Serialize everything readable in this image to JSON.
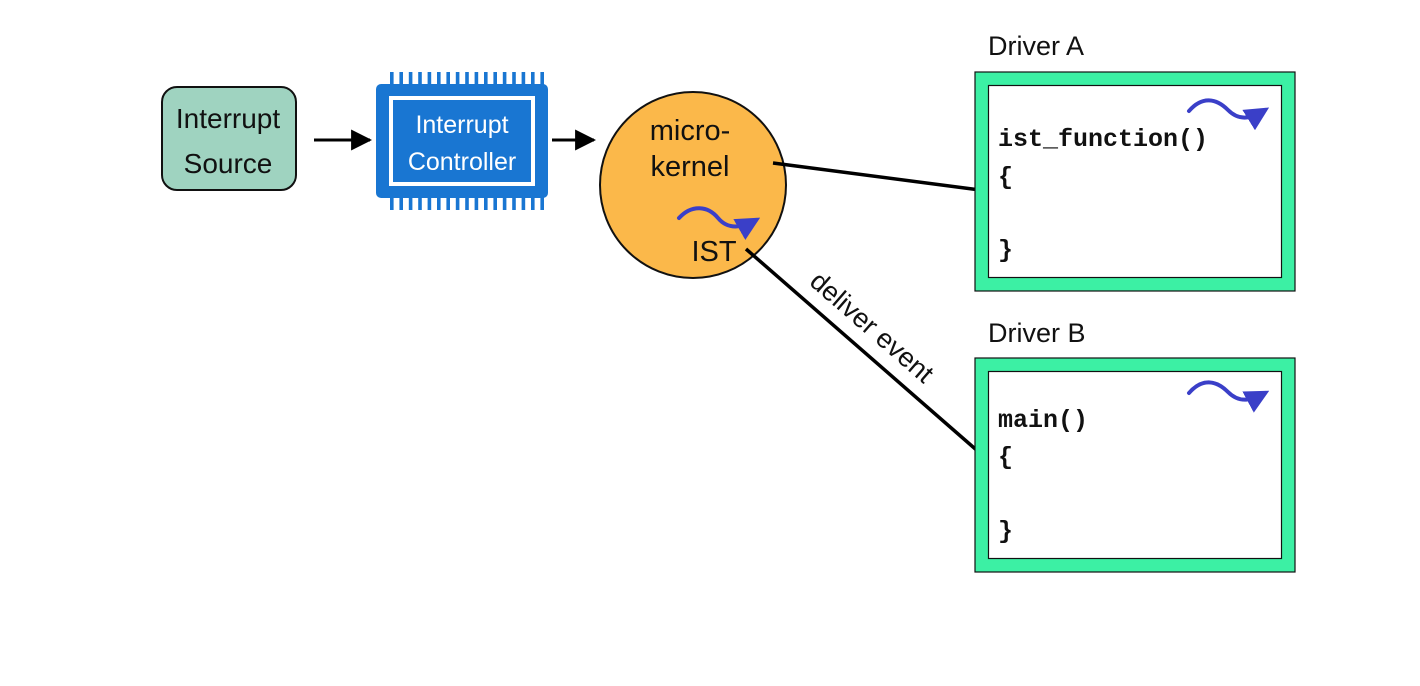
{
  "nodes": {
    "interrupt_source": {
      "line1": "Interrupt",
      "line2": "Source"
    },
    "interrupt_controller": {
      "line1": "Interrupt",
      "line2": "Controller"
    },
    "microkernel": {
      "line1": "micro-",
      "line2": "kernel",
      "ist_label": "IST"
    }
  },
  "drivers": {
    "a": {
      "title": "Driver A",
      "function_name": "ist_function()",
      "open_brace": "{",
      "close_brace": "}"
    },
    "b": {
      "title": "Driver B",
      "function_name": "main()",
      "open_brace": "{",
      "close_brace": "}"
    }
  },
  "edges": {
    "deliver_event": "deliver event"
  },
  "colors": {
    "source_fill": "#9fd3c0",
    "chip_blue": "#1976d2",
    "kernel_fill": "#fbb84a",
    "driver_border": "#3cf0a4",
    "thread_icon": "#3a3fc8"
  },
  "icons": {
    "thread": "thread-squiggle-icon",
    "chip": "chip-icon"
  }
}
